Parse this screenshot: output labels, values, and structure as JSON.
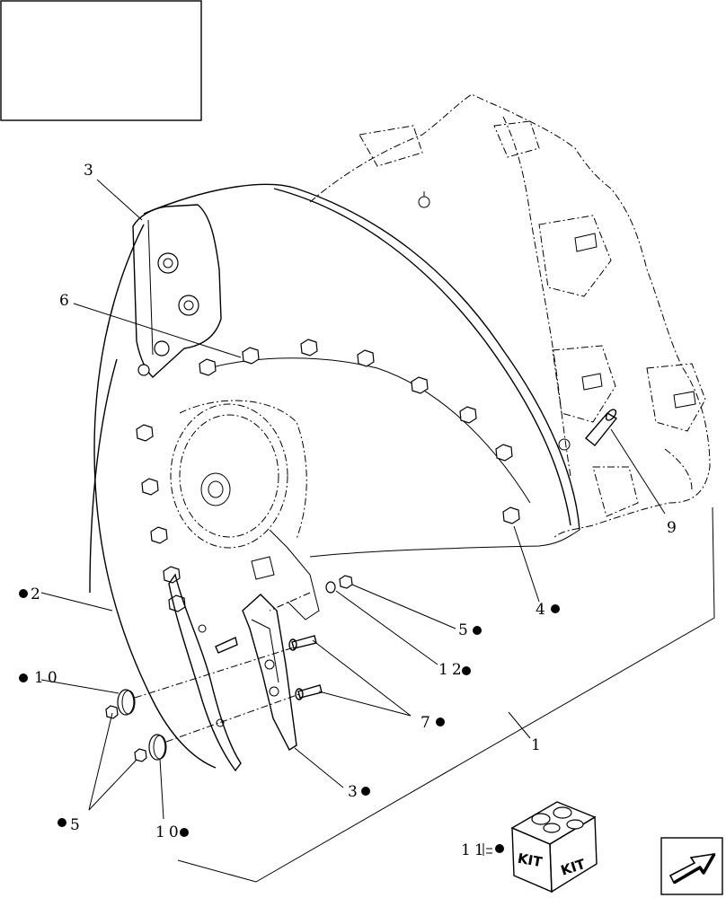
{
  "callouts": [
    {
      "id": "c1",
      "number": "1",
      "kit": false
    },
    {
      "id": "c2",
      "number": "2",
      "kit": true
    },
    {
      "id": "c3a",
      "number": "3",
      "kit": false
    },
    {
      "id": "c3b",
      "number": "3",
      "kit": true
    },
    {
      "id": "c4",
      "number": "4",
      "kit": true
    },
    {
      "id": "c5a",
      "number": "5",
      "kit": true
    },
    {
      "id": "c5b",
      "number": "5",
      "kit": true
    },
    {
      "id": "c6",
      "number": "6",
      "kit": false
    },
    {
      "id": "c7",
      "number": "7",
      "kit": true
    },
    {
      "id": "c9",
      "number": "9",
      "kit": false
    },
    {
      "id": "c10a",
      "number": "10",
      "kit": true
    },
    {
      "id": "c10b",
      "number": "10",
      "kit": true
    },
    {
      "id": "c11",
      "number": "11",
      "kit": true
    },
    {
      "id": "c12",
      "number": "12",
      "kit": true
    }
  ],
  "kit_box": {
    "label_left": "KIT",
    "label_right": "KIT"
  },
  "nav_icon": "next-page-arrow-icon",
  "colors": {
    "ink": "#000000",
    "paper": "#ffffff"
  }
}
